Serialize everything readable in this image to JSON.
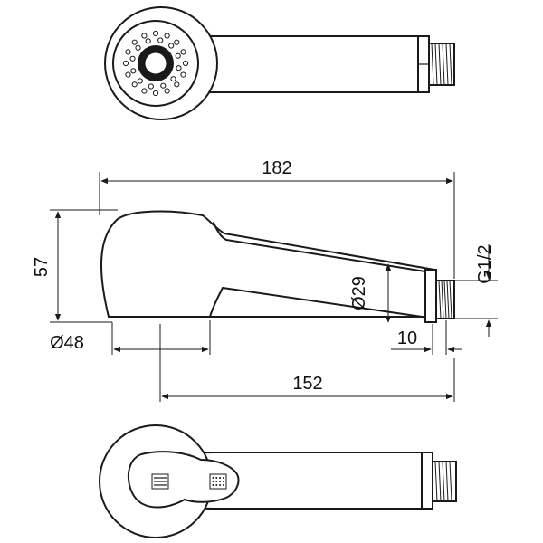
{
  "dimensions": {
    "overall_length": "182",
    "height": "57",
    "head_diameter": "Ø48",
    "body_diameter": "Ø29",
    "thread_length": "10",
    "hose_length": "152",
    "thread_size": "G1/2"
  },
  "colors": {
    "line": "#1a1a1a",
    "background": "#ffffff"
  }
}
